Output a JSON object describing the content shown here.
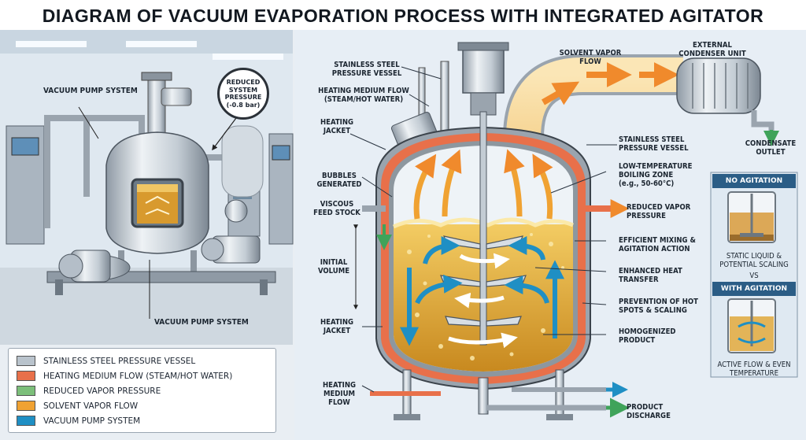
{
  "title": "DIAGRAM OF VACUUM EVAPORATION PROCESS WITH INTEGRATED AGITATOR",
  "badge": {
    "line1": "REDUCED",
    "line2": "SYSTEM",
    "line3": "PRESSURE",
    "line4": "(-0.8 bar)"
  },
  "left_labels": {
    "vacuum_pump_top": "VACUUM PUMP SYSTEM",
    "vacuum_pump_bottom": "VACUUM PUMP SYSTEM"
  },
  "labels": {
    "ss_vessel_top": "STAINLESS STEEL PRESSURE VESSEL",
    "heating_medium_flow_top": "HEATING MEDIUM FLOW (STEAM/HOT WATER)",
    "heating_jacket_top": "HEATING JACKET",
    "bubbles": "BUBBLES GENERATED",
    "viscous": "VISCOUS FEED STOCK",
    "initial_volume": "INITIAL VOLUME",
    "heating_jacket_bottom": "HEATING JACKET",
    "heating_medium_bottom": "HEATING MEDIUM FLOW",
    "solvent_vapor_flow": "SOLVENT VAPOR FLOW",
    "external_condenser": "EXTERNAL CONDENSER UNIT",
    "condensate_outlet": "CONDENSATE OUTLET",
    "ss_vessel_right": "STAINLESS STEEL PRESSURE VESSEL",
    "low_temp_zone": "LOW-TEMPERATURE BOILING ZONE",
    "low_temp_range": "(e.g., 50-60°C)",
    "reduced_vapor_pressure": "REDUCED VAPOR PRESSURE",
    "efficient_mixing": "EFFICIENT MIXING & AGITATION ACTION",
    "enhanced_heat": "ENHANCED HEAT TRANSFER",
    "prevention": "PREVENTION OF HOT SPOTS & SCALING",
    "homogenized": "HOMOGENIZED PRODUCT",
    "product_discharge": "PRODUCT DISCHARGE"
  },
  "comparison": {
    "no_agitation": "NO AGITATION",
    "static_text": "STATIC LIQUID & POTENTIAL SCALING",
    "vs": "VS",
    "with_agitation": "WITH AGITATION",
    "active_text": "ACTIVE FLOW & EVEN TEMPERATURE"
  },
  "legend": [
    {
      "label": "STAINLESS STEEL PRESSURE VESSEL",
      "color": "#b9c3cc"
    },
    {
      "label": "HEATING MEDIUM FLOW (STEAM/HOT WATER)",
      "color": "#e8704a"
    },
    {
      "label": "REDUCED VAPOR PRESSURE",
      "color": "#7cbf7a"
    },
    {
      "label": "SOLVENT VAPOR FLOW",
      "color": "#f0a232"
    },
    {
      "label": "VACUUM PUMP SYSTEM",
      "color": "#1f8fc4"
    }
  ]
}
